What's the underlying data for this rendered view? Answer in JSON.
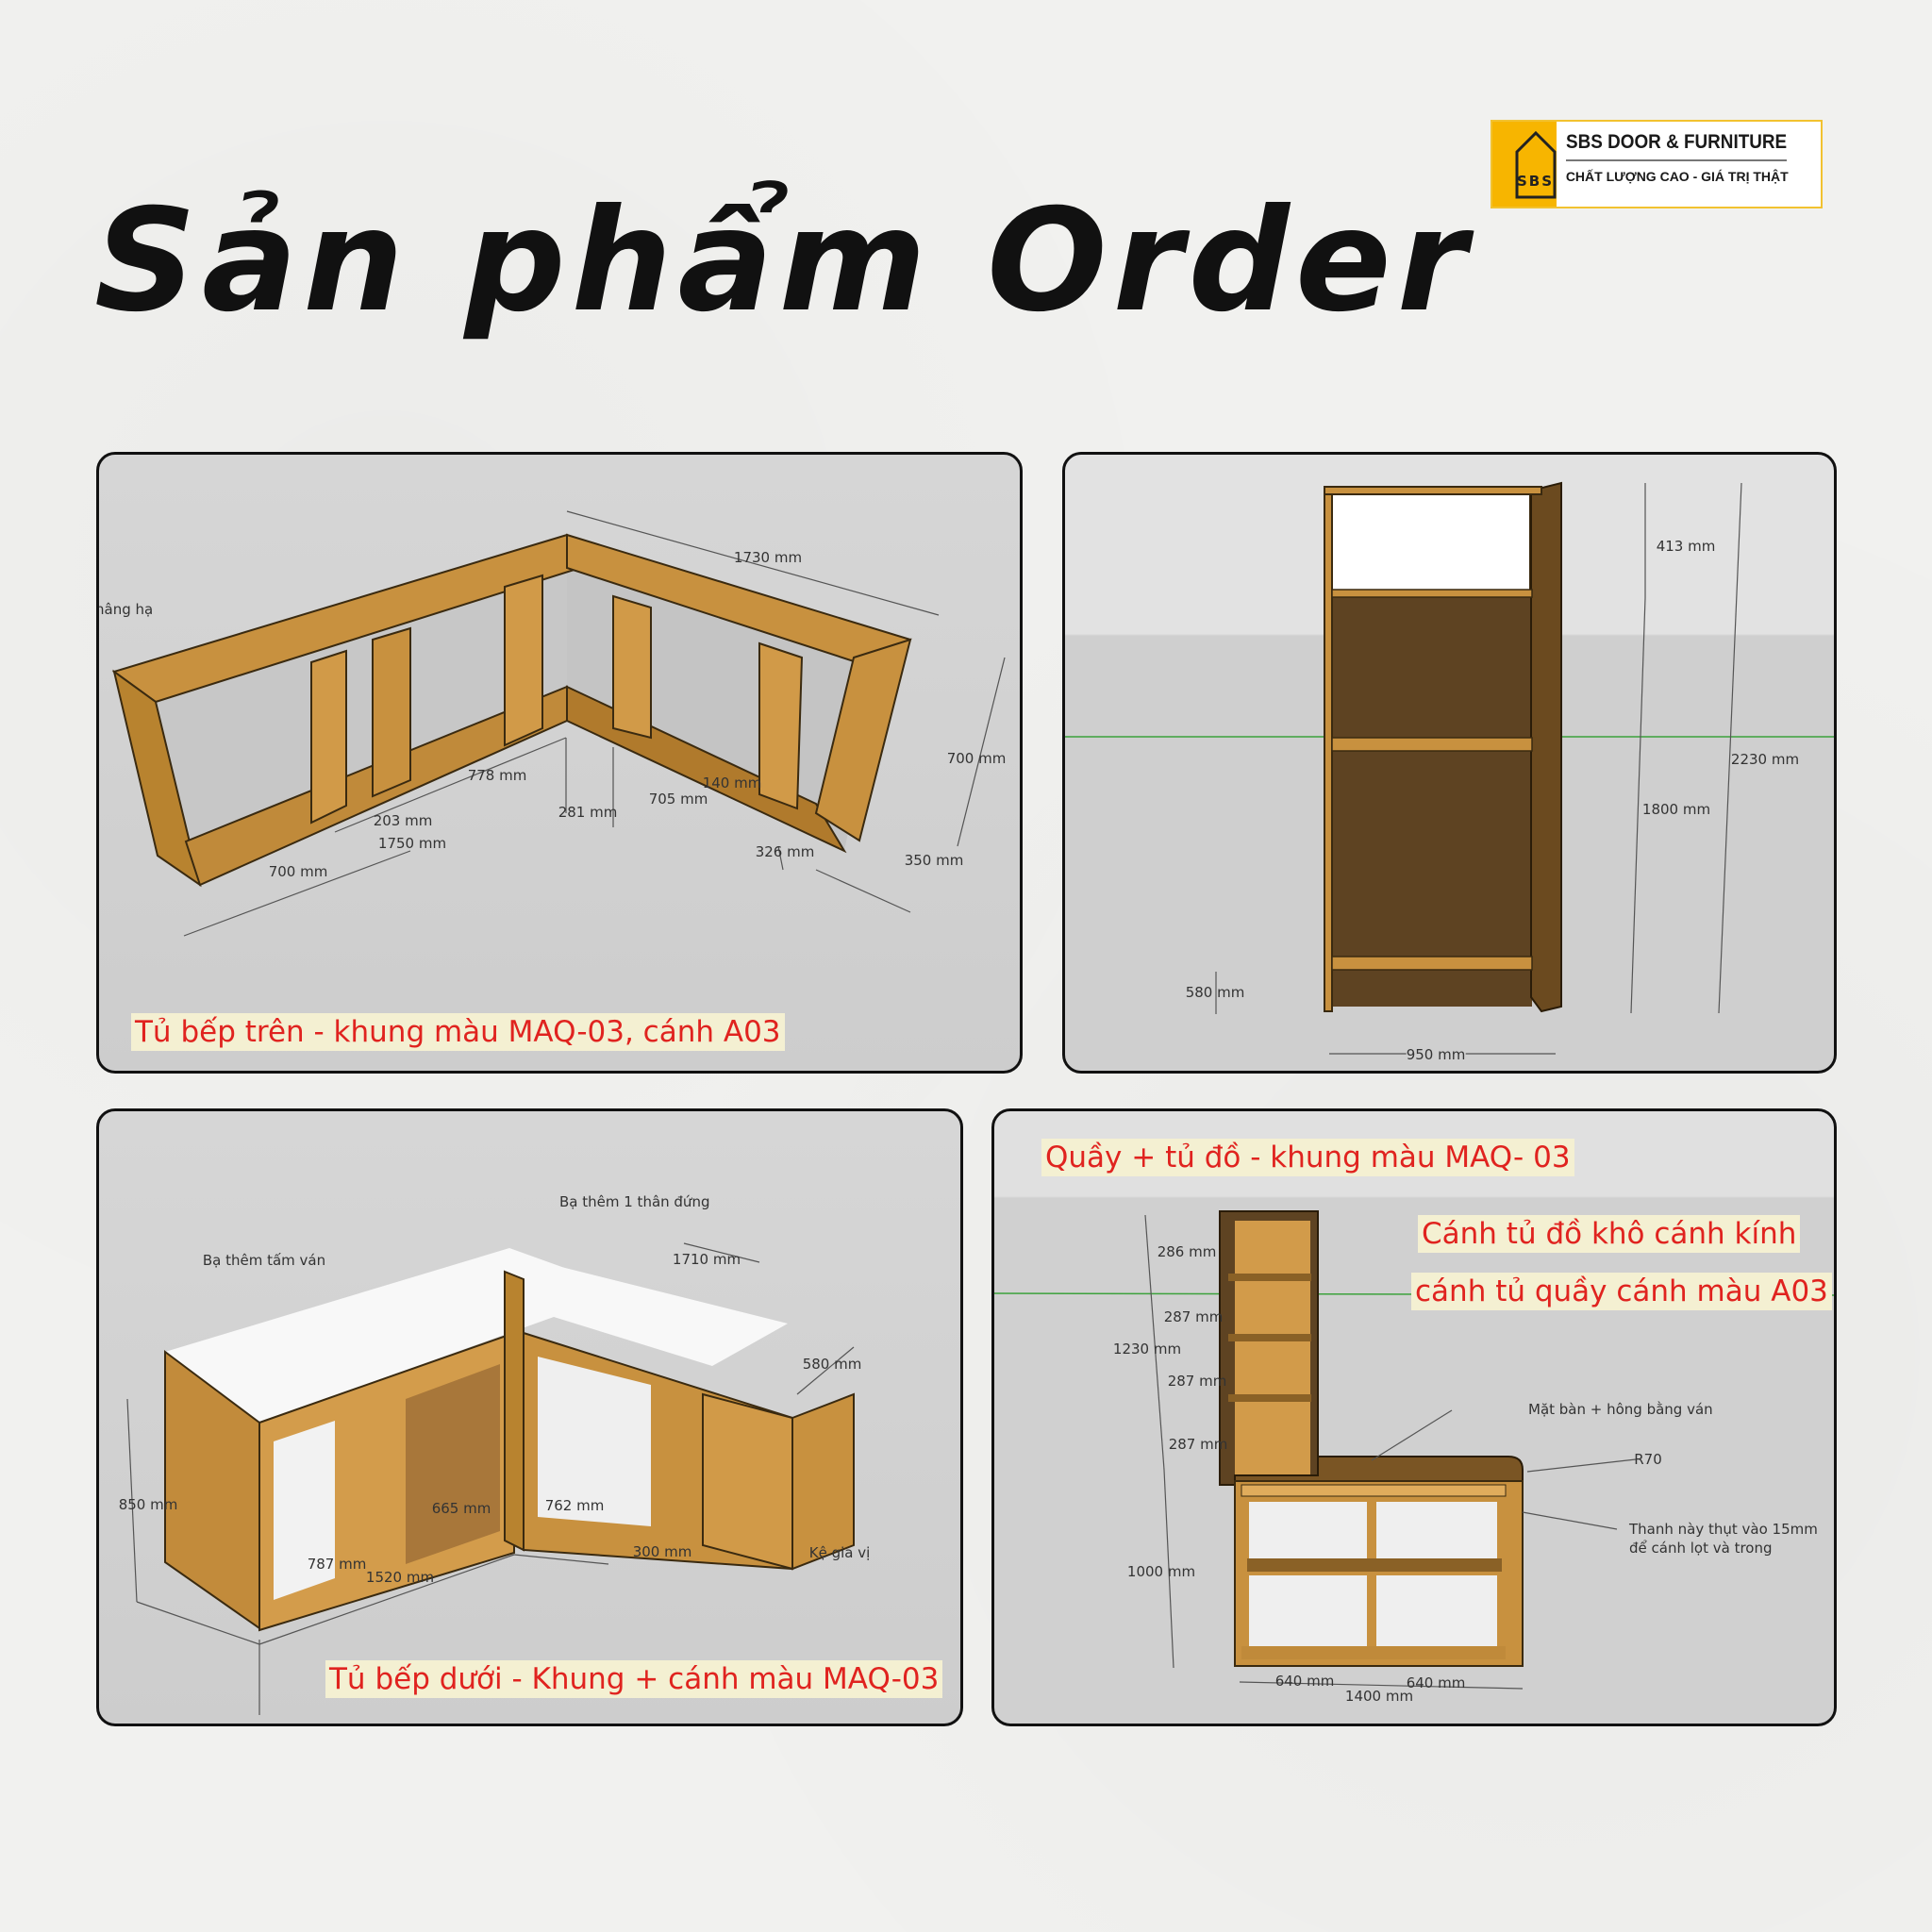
{
  "title": "Sản phẩm Order",
  "logo": {
    "mark_text": "SBS",
    "name": "SBS DOOR & FURNITURE",
    "slogan": "CHẤT LƯỢNG CAO - GIÁ TRỊ THẬT",
    "colors": {
      "brand": "#f7b500"
    }
  },
  "colors": {
    "caption_text": "#e0231f",
    "caption_bg": "#f4f0d2",
    "wood": "#c8913f",
    "panel_bg": "#d2d2d2"
  },
  "panels": {
    "upper": {
      "caption": "Tủ bếp trên - khung màu MAQ-03, cánh A03",
      "labels": [
        "1730 mm",
        "nâng hạ",
        "700 mm",
        "778 mm",
        "140 mm",
        "705 mm",
        "281 mm",
        "203 mm",
        "1750 mm",
        "326 mm",
        "350 mm",
        "700 mm"
      ]
    },
    "tall": {
      "labels": [
        "413 mm",
        "2230 mm",
        "1800 mm",
        "580 mm",
        "950 mm"
      ]
    },
    "lower": {
      "caption": "Tủ bếp dưới - Khung + cánh màu MAQ-03",
      "labels": [
        "Bạ thêm 1 thân đứng",
        "Bạ thêm tấm ván",
        "1710 mm",
        "580 mm",
        "850 mm",
        "665 mm",
        "762 mm",
        "300 mm",
        "Kệ gia vị",
        "787 mm",
        "1520 mm"
      ]
    },
    "counter": {
      "caption": "Quầy + tủ đồ - khung màu MAQ- 03",
      "note1": "Cánh tủ đồ khô cánh kính",
      "note2": "cánh tủ quầy cánh màu A03",
      "labels": [
        "286 mm",
        "287 mm",
        "1230 mm",
        "287 mm",
        "287 mm",
        "Mặt bàn + hông bằng ván",
        "R70",
        "Thanh này thụt vào 15mm",
        "để cánh lọt và trong",
        "1000 mm",
        "640 mm",
        "640 mm",
        "1400 mm"
      ]
    }
  }
}
